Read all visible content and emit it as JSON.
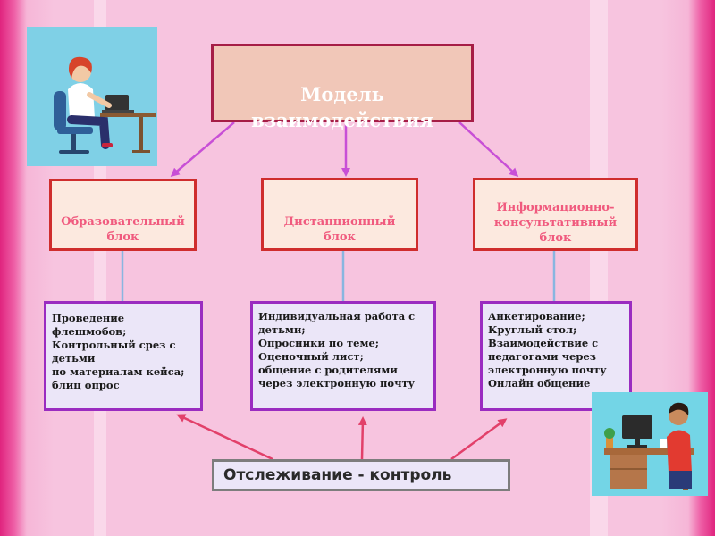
{
  "diagram": {
    "title": "Модель\nвзаимодействия",
    "blocks": [
      {
        "label": "Образовательный\nблок"
      },
      {
        "label": "Дистанционный\nблок"
      },
      {
        "label": "Информационно-\nконсультативный\nблок"
      }
    ],
    "details": [
      {
        "lines": [
          "Проведение",
          "флешмобов;",
          "Контрольный срез с",
          "детьми",
          "по материалам кейса;",
          "блиц опрос"
        ]
      },
      {
        "lines": [
          "Индивидуальная работа с",
          "детьми;",
          "Опросники по теме;",
          "Оценочный лист;",
          "общение с родителями",
          "через электронную почту"
        ]
      },
      {
        "lines": [
          "Анкетирование;",
          "Круглый стол;",
          "Взаимодействие с",
          "педагогами через",
          "электронную почту",
          "Онлайн общение"
        ]
      }
    ],
    "tracking": "Отслеживание - контроль"
  },
  "colors": {
    "background": "#f7c4df",
    "border_pink": "#e0247e",
    "title_box_fill": "#f1c7b8",
    "title_box_border": "#a61d46",
    "block_fill": "#fce9df",
    "block_border": "#cf2d2d",
    "block_text": "#f05a7e",
    "detail_fill": "#ebe6f8",
    "detail_border": "#9a2cc0",
    "arrow_purple": "#c84fd6",
    "arrow_red": "#e2406a",
    "connector_blue": "#89b6e0"
  },
  "illustrations": [
    {
      "icon": "woman-at-laptop-icon"
    },
    {
      "icon": "man-at-computer-icon"
    }
  ]
}
